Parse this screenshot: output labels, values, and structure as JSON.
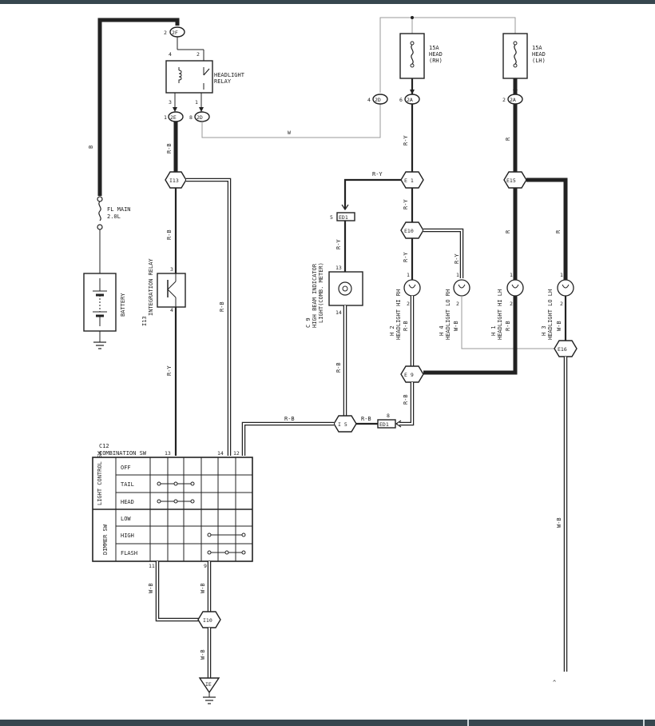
{
  "colors": {
    "frame": "#37474f",
    "ink": "#222222",
    "gray_wire": "#999999"
  },
  "connectors": {
    "c2f": "2F",
    "c2e": "2E",
    "c2d": "2D",
    "c2d_top": "2D",
    "c2a_rh": "2A",
    "c2a_lh": "2A",
    "pin_2f": "2",
    "pin_2e": "1",
    "pin_2d": "8",
    "pin_2d_top": "4",
    "pin_2a_rh": "6",
    "pin_2a_lh": "2",
    "ed1_top": "ED1",
    "ed1_bottom": "ED1",
    "pin_ed1_top": "5",
    "pin_ed1_bottom": "8"
  },
  "junctions": {
    "i13": "I13",
    "e1": "E 1",
    "e10": "E10",
    "e15": "E15",
    "e9": "E 9",
    "e16": "E16",
    "i5": "I 5",
    "i10": "I10",
    "ie": "IE"
  },
  "components": {
    "headlight_relay": {
      "line1": "HEADLIGHT",
      "line2": "RELAY",
      "pins": [
        "4",
        "2",
        "3",
        "1"
      ]
    },
    "fuse_rh": {
      "line1": "15A",
      "line2": "HEAD",
      "line3": "(RH)"
    },
    "fuse_lh": {
      "line1": "15A",
      "line2": "HEAD",
      "line3": "(LH)"
    },
    "fl_main": {
      "line1": "FL MAIN",
      "line2": "2.0L"
    },
    "battery": "BATTERY",
    "integration_relay": {
      "id": "I13",
      "name": "INTEGRATION RELAY",
      "pin_top": "3",
      "pin_bottom": "4"
    },
    "indicator": {
      "id": "C 9",
      "line1": "HIGH BEAM INDICATOR",
      "line2": "LIGHT(COMB. METER)",
      "pin_top": "13",
      "pin_bottom": "14"
    },
    "h2": {
      "id": "H 2",
      "name": "HEADLIGHT HI RH",
      "pin_top": "1",
      "pin_bottom": "2"
    },
    "h4": {
      "id": "H 4",
      "name": "HEADLIGHT LO RH",
      "pin_top": "1",
      "pin_bottom": "2"
    },
    "h1": {
      "id": "H 1",
      "name": "HEADLIGHT HI LH",
      "pin_top": "1",
      "pin_bottom": "2"
    },
    "h3": {
      "id": "H 3",
      "name": "HEADLIGHT LO LH",
      "pin_top": "1",
      "pin_bottom": "2"
    }
  },
  "wire_colors": {
    "b": "B",
    "rb": "R-B",
    "w": "W",
    "ry": "R-Y",
    "r": "R",
    "wb": "W-B"
  },
  "combination_switch": {
    "id": "C12",
    "name": "COMBINATION SW",
    "pins_top": [
      "13",
      "14",
      "12"
    ],
    "pins_bottom": [
      "11",
      "9"
    ],
    "group1": "LIGHT CONTROL SW",
    "group2": "DIMMER SW",
    "rows": [
      "OFF",
      "TAIL",
      "HEAD",
      "LOW",
      "HIGH",
      "FLASH"
    ]
  },
  "misc": {
    "corner_mark": "^"
  }
}
